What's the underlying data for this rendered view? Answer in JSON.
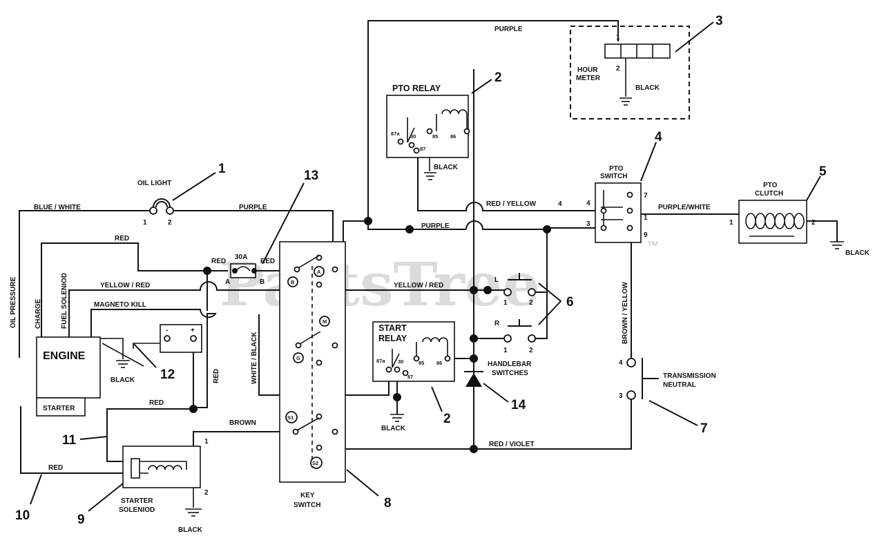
{
  "watermark": {
    "text": "PartsTree",
    "trademark": "TM"
  },
  "components": {
    "oil_light": "OIL LIGHT",
    "oil_light_pins": [
      "1",
      "2"
    ],
    "pto_relay": "PTO RELAY",
    "relay_pins": [
      "87a",
      "30",
      "87",
      "85",
      "86"
    ],
    "hour_meter": "HOUR METER",
    "hour_meter_pins": [
      "1",
      "2"
    ],
    "pto_switch": "PTO SWITCH",
    "pto_switch_pins": [
      "4",
      "3",
      "7",
      "1",
      "9"
    ],
    "pto_clutch": "PTO CLUTCH",
    "pto_clutch_pins": [
      "1",
      "2"
    ],
    "engine": "ENGINE",
    "starter": "STARTER",
    "fuse": "30A",
    "fuse_pins": [
      "A",
      "B"
    ],
    "key_switch": "KEY SWITCH",
    "key_terminals": [
      "B",
      "A",
      "M",
      "G",
      "S1",
      "S2"
    ],
    "start_relay": "START RELAY",
    "handlebar_switches": "HANDLEBAR SWITCHES",
    "handlebar_labels": [
      "L",
      "R"
    ],
    "handlebar_pins": [
      "1",
      "2"
    ],
    "transmission_neutral": "TRANSMISSION NEUTRAL",
    "transmission_pins": [
      "4",
      "3"
    ],
    "starter_solenoid": "STARTER SOLENIOD",
    "solenoid_pins": [
      "1",
      "2"
    ],
    "battery_terms": [
      "-",
      "+"
    ]
  },
  "wires": {
    "purple": "PURPLE",
    "blue_white": "BLUE / WHITE",
    "red": "RED",
    "yellow_red": "YELLOW / RED",
    "magneto_kill": "MAGNETO KILL",
    "oil_pressure": "OIL PRESSURE",
    "charge": "CHARGE",
    "fuel_solenoid": "FUEL SOLENIOD",
    "white_black": "WHITE / BLACK",
    "brown": "BROWN",
    "red_violet": "RED / VIOLET",
    "red_yellow": "RED / YELLOW",
    "red_yellow_num": "4",
    "purple_white": "PURPLE/WHITE",
    "brown_yellow": "BROWN / YELLOW",
    "black": "BLACK"
  },
  "callouts": [
    "1",
    "2",
    "3",
    "4",
    "5",
    "6",
    "7",
    "8",
    "9",
    "10",
    "11",
    "12",
    "13",
    "14"
  ]
}
